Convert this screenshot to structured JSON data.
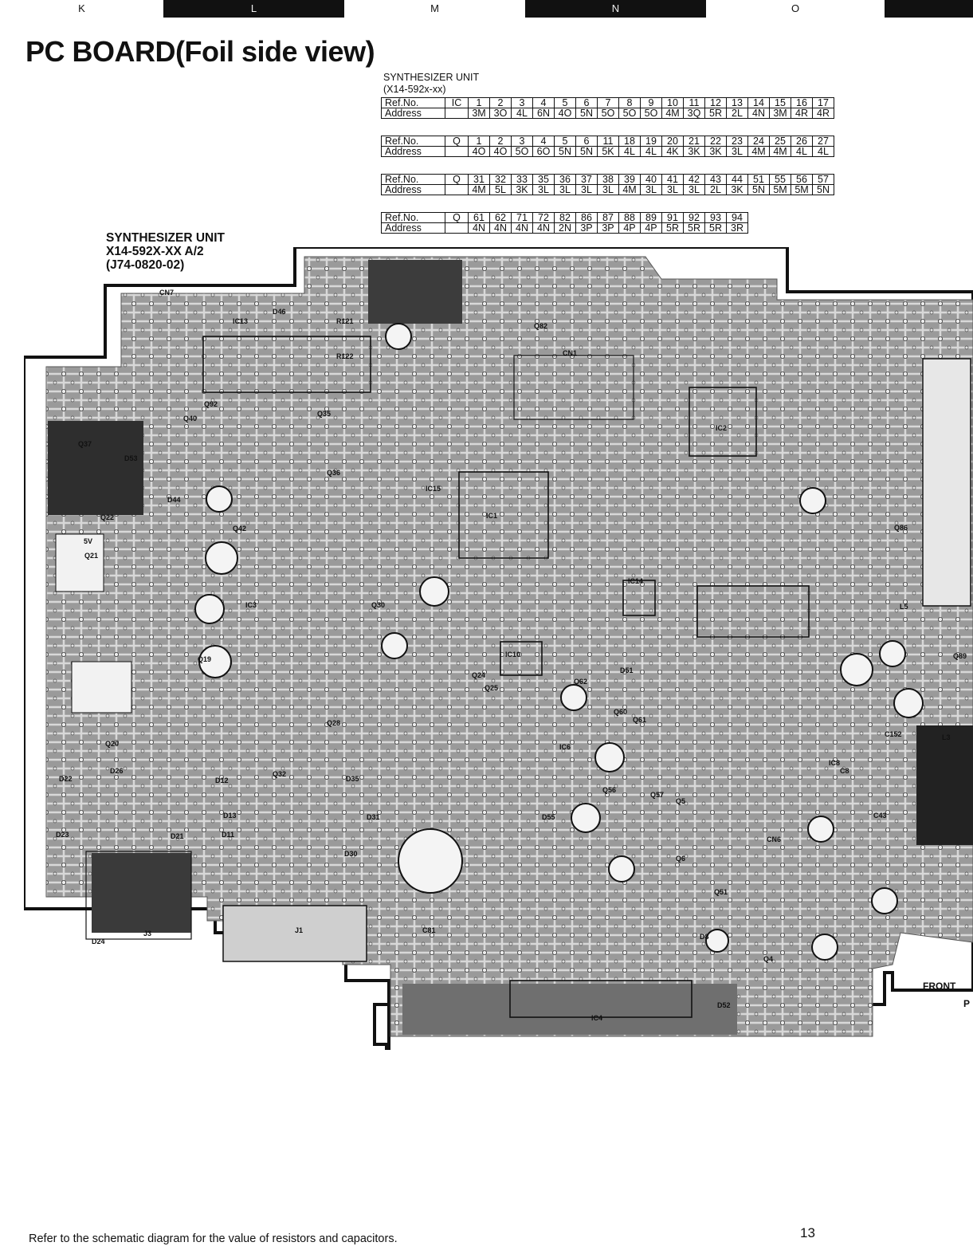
{
  "zones": [
    {
      "label": "K",
      "shade": "white"
    },
    {
      "label": "L",
      "shade": "black"
    },
    {
      "label": "M",
      "shade": "white"
    },
    {
      "label": "N",
      "shade": "black"
    },
    {
      "label": "O",
      "shade": "white"
    },
    {
      "label": "",
      "shade": "black"
    }
  ],
  "page": {
    "title": "PC BOARD(Foil side view)",
    "footnote": "Refer to the schematic diagram for the value of resistors and capacitors.",
    "page_number": "13",
    "front_label": "FRONT",
    "p_label": "P"
  },
  "address_table": {
    "title_line1": "SYNTHESIZER UNIT",
    "title_line2": "(X14-592x-xx)",
    "ref_label": "Ref.No.",
    "address_label": "Address",
    "groups": [
      {
        "type": "IC",
        "refs": [
          "1",
          "2",
          "3",
          "4",
          "5",
          "6",
          "7",
          "8",
          "9",
          "10",
          "11",
          "12",
          "13",
          "14",
          "15",
          "16",
          "17"
        ],
        "addresses": [
          "3M",
          "3O",
          "4L",
          "6N",
          "4O",
          "5N",
          "5O",
          "5O",
          "5O",
          "4M",
          "3Q",
          "5R",
          "2L",
          "4N",
          "3M",
          "4R",
          "4R"
        ]
      },
      {
        "type": "Q",
        "refs": [
          "1",
          "2",
          "3",
          "4",
          "5",
          "6",
          "11",
          "18",
          "19",
          "20",
          "21",
          "22",
          "23",
          "24",
          "25",
          "26",
          "27"
        ],
        "addresses": [
          "4O",
          "4O",
          "5O",
          "6O",
          "5N",
          "5N",
          "5K",
          "4L",
          "4L",
          "4K",
          "3K",
          "3K",
          "3L",
          "4M",
          "4M",
          "4L",
          "4L"
        ]
      },
      {
        "type": "Q",
        "refs": [
          "31",
          "32",
          "33",
          "35",
          "36",
          "37",
          "38",
          "39",
          "40",
          "41",
          "42",
          "43",
          "44",
          "51",
          "55",
          "56",
          "57"
        ],
        "addresses": [
          "4M",
          "5L",
          "3K",
          "3L",
          "3L",
          "3L",
          "3L",
          "4M",
          "3L",
          "3L",
          "3L",
          "2L",
          "3K",
          "5N",
          "5M",
          "5M",
          "5N"
        ]
      },
      {
        "type": "Q",
        "refs": [
          "61",
          "62",
          "71",
          "72",
          "82",
          "86",
          "87",
          "88",
          "89",
          "91",
          "92",
          "93",
          "94"
        ],
        "addresses": [
          "4N",
          "4N",
          "4N",
          "4N",
          "2N",
          "3P",
          "3P",
          "4P",
          "4P",
          "5R",
          "5R",
          "5R",
          "3R"
        ]
      }
    ]
  },
  "board": {
    "unit_line1": "SYNTHESIZER UNIT",
    "unit_line2": "X14-592X-XX A/2",
    "unit_line3": "(J74-0820-02)",
    "component_labels": [
      "CN7",
      "IC13",
      "D46",
      "R121",
      "R122",
      "Q92",
      "Q40",
      "Q35",
      "D53",
      "Q37",
      "Q22",
      "Q21",
      "5V",
      "D44",
      "Q42",
      "Q36",
      "IC3",
      "Q19",
      "Q20",
      "D22",
      "D23",
      "D24",
      "J3",
      "J1",
      "D26",
      "D21",
      "Q28",
      "D35",
      "D31",
      "D30",
      "Q32",
      "D11",
      "D13",
      "D12",
      "IC15",
      "IC1",
      "IC14",
      "IC10",
      "IC6",
      "IC2",
      "IC8",
      "IC4",
      "Q30",
      "Q24",
      "Q25",
      "Q60",
      "Q61",
      "Q62",
      "D51",
      "Q56",
      "D55",
      "Q57",
      "Q5",
      "Q6",
      "Q51",
      "D8",
      "Q4",
      "CN6",
      "C81",
      "C152",
      "C43",
      "C8",
      "L5",
      "L3",
      "Q86",
      "Q89",
      "D52",
      "CN1",
      "Q82"
    ]
  }
}
